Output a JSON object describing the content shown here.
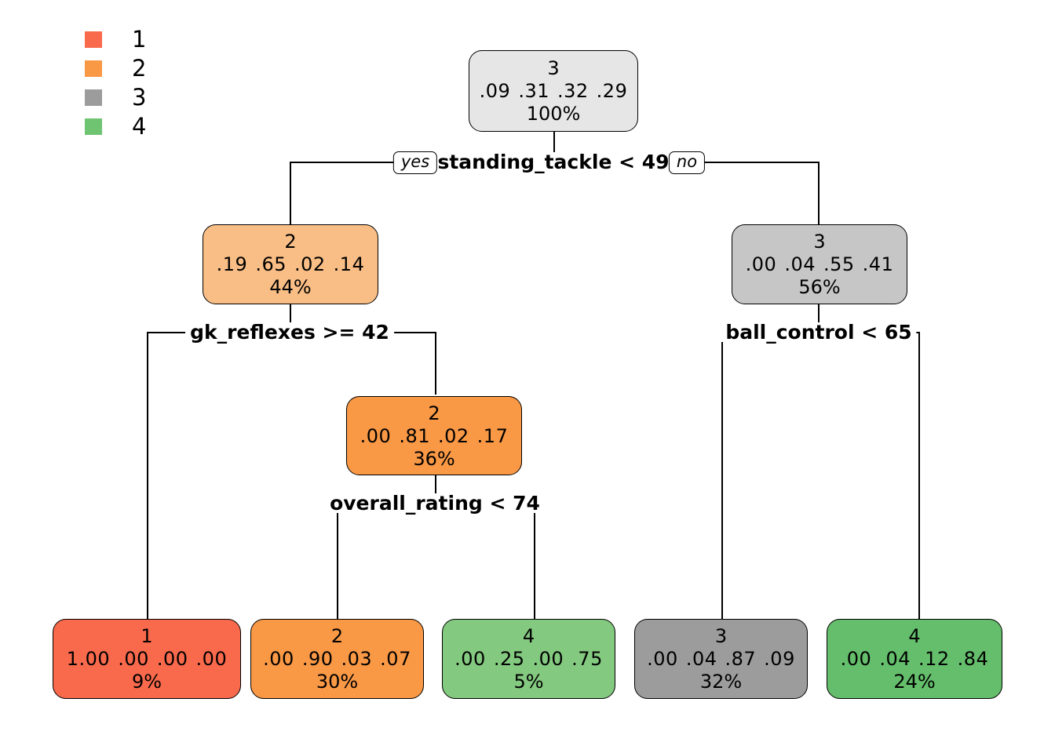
{
  "legend": {
    "title": "",
    "items": [
      {
        "label": "1",
        "color": "#F9694C",
        "swatch_name": "legend-swatch-class-1"
      },
      {
        "label": "2",
        "color": "#F99845",
        "swatch_name": "legend-swatch-class-2"
      },
      {
        "label": "3",
        "color": "#9C9C9C",
        "swatch_name": "legend-swatch-class-3"
      },
      {
        "label": "4",
        "color": "#6FC472",
        "swatch_name": "legend-swatch-class-4"
      }
    ]
  },
  "chart_data": {
    "type": "tree",
    "title": "",
    "class_labels": [
      "1",
      "2",
      "3",
      "4"
    ],
    "class_colors": [
      "#F9694C",
      "#F99845",
      "#9C9C9C",
      "#6FC472"
    ],
    "nodes": [
      {
        "id": "root",
        "class": "3",
        "probs": [
          ".09",
          ".31",
          ".32",
          ".29"
        ],
        "pct": "100%",
        "color": "#E6E6E6",
        "is_leaf": false
      },
      {
        "id": "n2",
        "class": "2",
        "probs": [
          ".19",
          ".65",
          ".02",
          ".14"
        ],
        "pct": "44%",
        "color": "#F9BE85",
        "is_leaf": false
      },
      {
        "id": "n3",
        "class": "3",
        "probs": [
          ".00",
          ".04",
          ".55",
          ".41"
        ],
        "pct": "56%",
        "color": "#C6C6C6",
        "is_leaf": false
      },
      {
        "id": "n5",
        "class": "2",
        "probs": [
          ".00",
          ".81",
          ".02",
          ".17"
        ],
        "pct": "36%",
        "color": "#F99845",
        "is_leaf": false
      },
      {
        "id": "leaf1",
        "class": "1",
        "probs": [
          "1.00",
          ".00",
          ".00",
          ".00"
        ],
        "pct": "9%",
        "color": "#F9694C",
        "is_leaf": true
      },
      {
        "id": "leaf2",
        "class": "2",
        "probs": [
          ".00",
          ".90",
          ".03",
          ".07"
        ],
        "pct": "30%",
        "color": "#F99845",
        "is_leaf": true
      },
      {
        "id": "leaf3",
        "class": "4",
        "probs": [
          ".00",
          ".25",
          ".00",
          ".75"
        ],
        "pct": "5%",
        "color": "#83C97F",
        "is_leaf": true
      },
      {
        "id": "leaf4",
        "class": "3",
        "probs": [
          ".00",
          ".04",
          ".87",
          ".09"
        ],
        "pct": "32%",
        "color": "#9C9C9C",
        "is_leaf": true
      },
      {
        "id": "leaf5",
        "class": "4",
        "probs": [
          ".00",
          ".04",
          ".12",
          ".84"
        ],
        "pct": "24%",
        "color": "#64BE6B",
        "is_leaf": true
      }
    ],
    "splits": [
      {
        "id": "split-root",
        "text": "standing_tackle < 49",
        "yes": "yes",
        "no": "no"
      },
      {
        "id": "split-left",
        "text": "gk_reflexes >= 42"
      },
      {
        "id": "split-right",
        "text": "ball_control < 65"
      },
      {
        "id": "split-mid",
        "text": "overall_rating < 74"
      }
    ]
  }
}
